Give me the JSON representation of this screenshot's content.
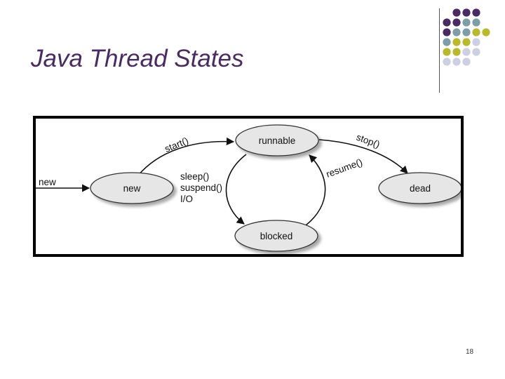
{
  "slide": {
    "title": "Java Thread States",
    "page_number": "18"
  },
  "diagram": {
    "states": {
      "new": "new",
      "runnable": "runnable",
      "blocked": "blocked",
      "dead": "dead"
    },
    "transitions": {
      "entry": "new",
      "start": "start()",
      "stop": "stop()",
      "resume": "resume()",
      "block_line1": "sleep()",
      "block_line2": "suspend()",
      "block_line3": "I/O"
    }
  },
  "colors": {
    "title": "#4a2a63",
    "dot_purple": "#4a2a63",
    "dot_teal": "#7c9ea6",
    "dot_olive": "#b9b92a",
    "dot_lavender": "#cfcfe4"
  }
}
